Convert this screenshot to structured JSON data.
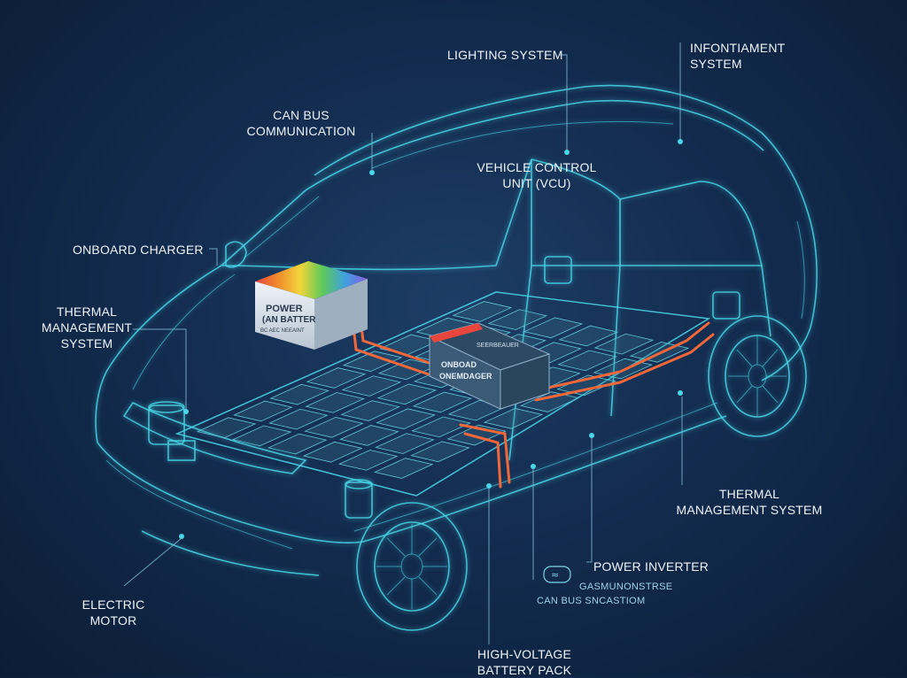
{
  "labels": {
    "lighting_system": "LIGHTING SYSTEM",
    "infotainment_line1": "INFONTIAMENT",
    "infotainment_line2": "SYSTEM",
    "can_bus_line1": "CAN BUS",
    "can_bus_line2": "COMMUNICATION",
    "vcu_line1": "VEHICLE CONTROL",
    "vcu_line2": "UNIT (VCU)",
    "onboard_charger": "ONBOARD CHARGER",
    "thermal_left_line1": "THERMAL",
    "thermal_left_line2": "MANAGEMENT",
    "thermal_left_line3": "SYSTEM",
    "thermal_right_line1": "THERMAL",
    "thermal_right_line2": "MANAGEMENT SYSTEM",
    "power_inverter": "POWER INVERTER",
    "can_bus_small_line1": "GASMUNONSTRSE",
    "can_bus_small_line2": "CAN BUS SNCASTIOM",
    "electric_motor_line1": "ELECTRIC",
    "electric_motor_line2": "MOTOR",
    "battery_line1": "HIGH-VOLTAGE",
    "battery_line2": "BATTERY PACK"
  },
  "components": {
    "power_box_line1": "POWER",
    "power_box_line2": "(AN BATTER",
    "power_box_line3": "BC AEC   NEEAINT",
    "inverter_box_line1": "ONBOAD",
    "inverter_box_line2": "ONEMDAGER",
    "inverter_box_top": "SEERBEAUER",
    "can_icon_glyph": "≈"
  },
  "colors": {
    "background": "#132c4f",
    "wireframe": "#49d6e6",
    "cable": "#f0673a",
    "label_text": "#eef4fb"
  }
}
